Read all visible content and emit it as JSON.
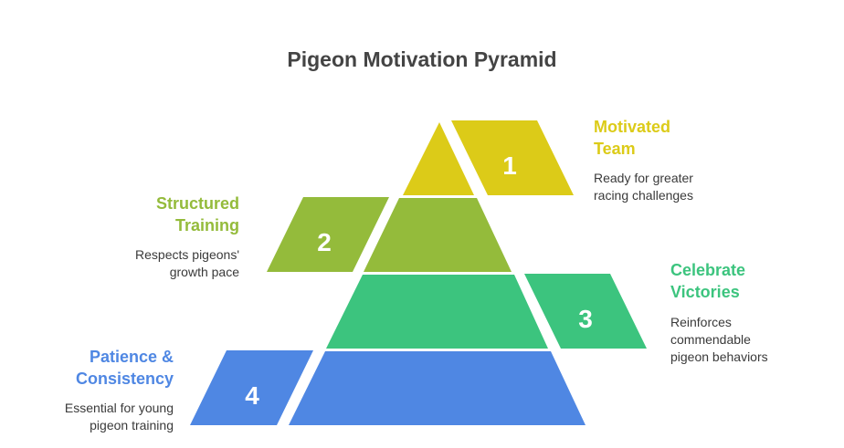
{
  "title": "Pigeon Motivation Pyramid",
  "colors": {
    "level1": "#dccb18",
    "level2": "#94bb3b",
    "level3": "#3cc47e",
    "level4": "#4f87e3"
  },
  "levels": [
    {
      "number": "1",
      "heading_line1": "Motivated",
      "heading_line2": "Team",
      "desc_line1": "Ready for greater",
      "desc_line2": "racing challenges",
      "desc_line3": ""
    },
    {
      "number": "2",
      "heading_line1": "Structured",
      "heading_line2": "Training",
      "desc_line1": "Respects pigeons'",
      "desc_line2": "growth pace",
      "desc_line3": ""
    },
    {
      "number": "3",
      "heading_line1": "Celebrate",
      "heading_line2": "Victories",
      "desc_line1": "Reinforces",
      "desc_line2": "commendable",
      "desc_line3": "pigeon behaviors"
    },
    {
      "number": "4",
      "heading_line1": "Patience &",
      "heading_line2": "Consistency",
      "desc_line1": "Essential for young",
      "desc_line2": "pigeon training",
      "desc_line3": ""
    }
  ]
}
